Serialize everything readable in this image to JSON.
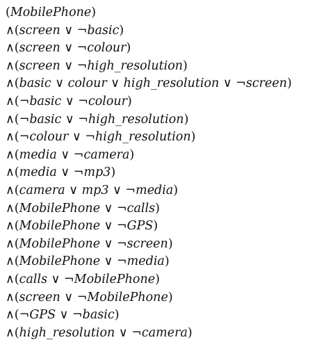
{
  "formula": {
    "clauses": [
      "(MobilePhone)",
      "∧(screen ∨ ¬basic)",
      "∧(screen ∨ ¬colour)",
      "∧(screen ∨ ¬high_resolution)",
      "∧(basic ∨ colour ∨ high_resolution ∨ ¬screen)",
      "∧(¬basic ∨ ¬colour)",
      "∧(¬basic ∨ ¬high_resolution)",
      "∧(¬colour ∨ ¬high_resolution)",
      "∧(media ∨ ¬camera)",
      "∧(media ∨ ¬mp3)",
      "∧(camera ∨ mp3 ∨ ¬media)",
      "∧(MobilePhone ∨ ¬calls)",
      "∧(MobilePhone ∨ ¬GPS)",
      "∧(MobilePhone ∨ ¬screen)",
      "∧(MobilePhone ∨ ¬media)",
      "∧(calls ∨ ¬MobilePhone)",
      "∧(screen ∨ ¬MobilePhone)",
      "∧(¬GPS ∨ ¬basic)",
      "∧(high_resolution ∨ ¬camera)"
    ]
  }
}
